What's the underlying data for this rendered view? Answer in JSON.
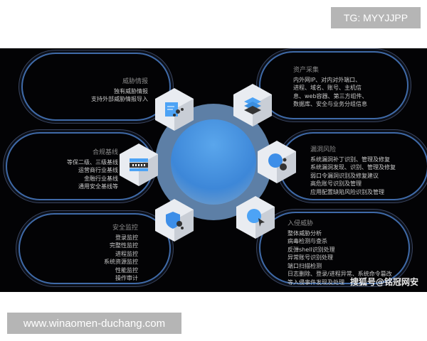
{
  "watermark_top": "TG: MYYJJPP",
  "watermark_bottom": "www.winaomen-duchang.com",
  "source": "搜狐号@铭冠网安",
  "modules": [
    {
      "title": "威胁情报",
      "lines": [
        "独有威胁情报",
        "支持外部威胁情报导入"
      ],
      "icon": "threat-intel-document-icon"
    },
    {
      "title": "合规基线",
      "lines": [
        "等保二级、三级基线",
        "运营商行业基线",
        "金融行业基线",
        "通用安全基线等"
      ],
      "icon": "server-rack-icon"
    },
    {
      "title": "安全监控",
      "lines": [
        "登录监控",
        "完整性监控",
        "进程监控",
        "系统资源监控",
        "性能监控",
        "操作审计"
      ],
      "icon": "shield-icon"
    },
    {
      "title": "资产采集",
      "lines": [
        "内外网IP、对内对外端口、",
        "进程、域名、账号、主机信",
        "息、web容器、第三方组件、",
        "数据库、安全与业务分组信息"
      ],
      "icon": "layers-icon"
    },
    {
      "title": "漏洞风险",
      "lines": [
        "系统漏洞补丁识别、管理及修复",
        "系统漏洞发现、识别、管理及修复",
        "弱口令漏洞识别及修复建议",
        "高危账号识别及管理",
        "应用配置缺陷风险识别及管理"
      ],
      "icon": "vulnerability-bubble-icon"
    },
    {
      "title": "入侵威胁",
      "lines": [
        "整体威胁分析",
        "病毒检测与查杀",
        "反弹shell识别处理",
        "异常账号识别处理",
        "端口扫描检测",
        "日志删除、登录/进程异常、系统命令篡改",
        "等入侵事件发现及处理"
      ],
      "icon": "intrusion-cursor-icon"
    }
  ],
  "colors": {
    "background": "#030305",
    "accent": "#3d8ee8",
    "pill_border": "#3f6aa8"
  }
}
